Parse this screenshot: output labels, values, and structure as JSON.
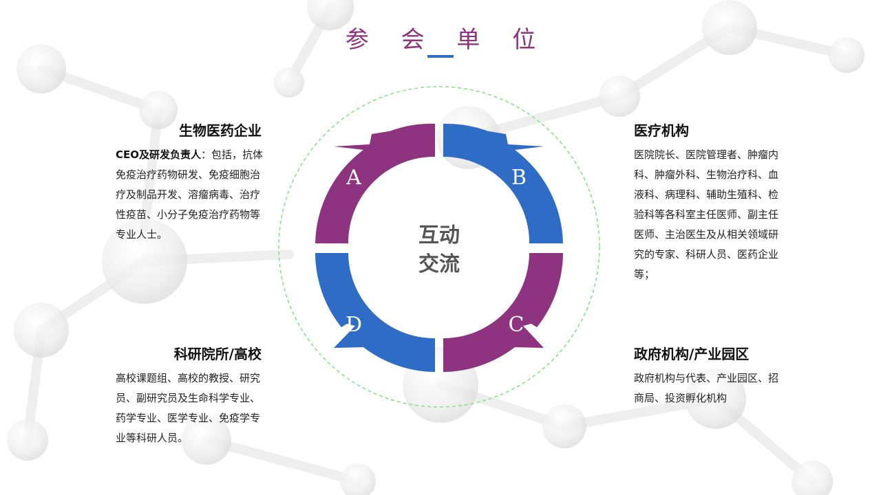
{
  "title": "参 会 单 位",
  "colors": {
    "purple": "#8e3380",
    "blue": "#2f6cc6",
    "dashed_circle": "#7fe37f"
  },
  "diagram": {
    "center_line1": "互动",
    "center_line2": "交流",
    "segments": [
      {
        "letter": "A",
        "color": "purple"
      },
      {
        "letter": "B",
        "color": "blue"
      },
      {
        "letter": "C",
        "color": "purple"
      },
      {
        "letter": "D",
        "color": "blue"
      }
    ]
  },
  "blocks": {
    "biopharma": {
      "heading": "生物医药企业",
      "lead": "CEO及研发负责人",
      "body": "：包括，抗体免疫治疗药物研发、免疫细胞治疗及制品开发、溶瘤病毒、治疗性疫苗、小分子免疫治疗药物等专业人士。"
    },
    "medical": {
      "heading": "医疗机构",
      "body": "医院院长、医院管理者、肿瘤内科、肿瘤外科、生物治疗科、血液科、病理科、辅助生殖科、检验科等各科室主任医师、副主任医师、主治医生及从相关领域研究的专家、科研人员、医药企业等；"
    },
    "research": {
      "heading": "科研院所/高校",
      "body": "高校课题组、高校的教授、研究员、副研究员及生命科学专业、药学专业、医学专业、免疫学专业等科研人员。"
    },
    "government": {
      "heading": "政府机构/产业园区",
      "body": "政府机构与代表、产业园区、招商局、投资孵化机构"
    }
  }
}
